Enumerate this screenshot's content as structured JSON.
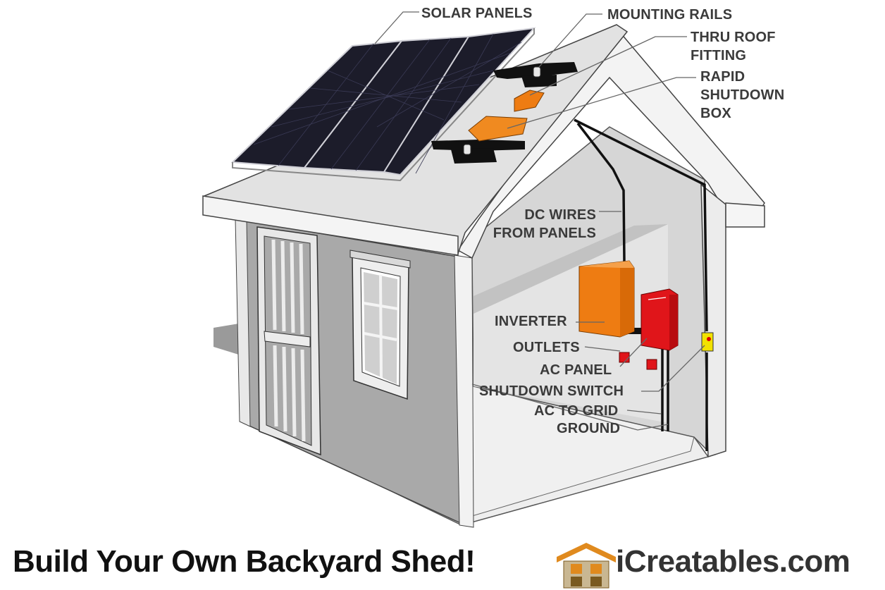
{
  "labels": {
    "solar_panels": "SOLAR PANELS",
    "mounting_rails": "MOUNTING RAILS",
    "thru_roof_fitting": [
      "THRU ROOF",
      "FITTING"
    ],
    "rapid_shutdown_box": [
      "RAPID",
      "SHUTDOWN",
      "BOX"
    ],
    "dc_wires": [
      "DC WIRES",
      "FROM PANELS"
    ],
    "inverter": "INVERTER",
    "outlets": "OUTLETS",
    "ac_panel": "AC PANEL",
    "shutdown_switch": "SHUTDOWN SWITCH",
    "ac_to_grid": "AC TO GRID",
    "ground": "GROUND"
  },
  "footer": {
    "tagline": "Build Your Own Backyard Shed!",
    "brand": "iCreatables.com"
  },
  "colors": {
    "panel_dark": "#1c1c2a",
    "roof_light": "#e6e6e6",
    "wall_mid": "#a9a9a9",
    "interior": "#d5d5d5",
    "inverter_orange": "#ee7c12",
    "ac_panel_red": "#e0151a",
    "switch_yellow": "#f2e200",
    "label_gray": "#3a3a3a",
    "brand_orange": "#e08a1e"
  },
  "icons": [
    "shed-house-logo-icon"
  ]
}
